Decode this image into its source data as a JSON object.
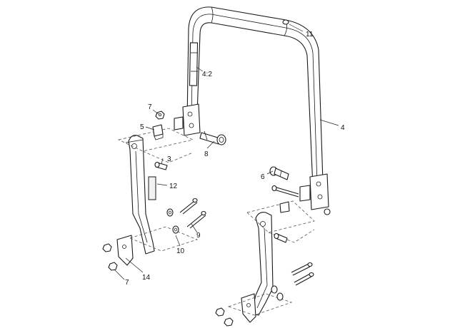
{
  "callouts": {
    "c_11": "11",
    "c_4_2": "4:2",
    "c_4": "4",
    "c_7a": "7",
    "c_5": "5",
    "c_8": "8",
    "c_3": "3",
    "c_6": "6",
    "c_12": "12",
    "c_9": "9",
    "c_10": "10",
    "c_14": "14",
    "c_7b": "7"
  }
}
